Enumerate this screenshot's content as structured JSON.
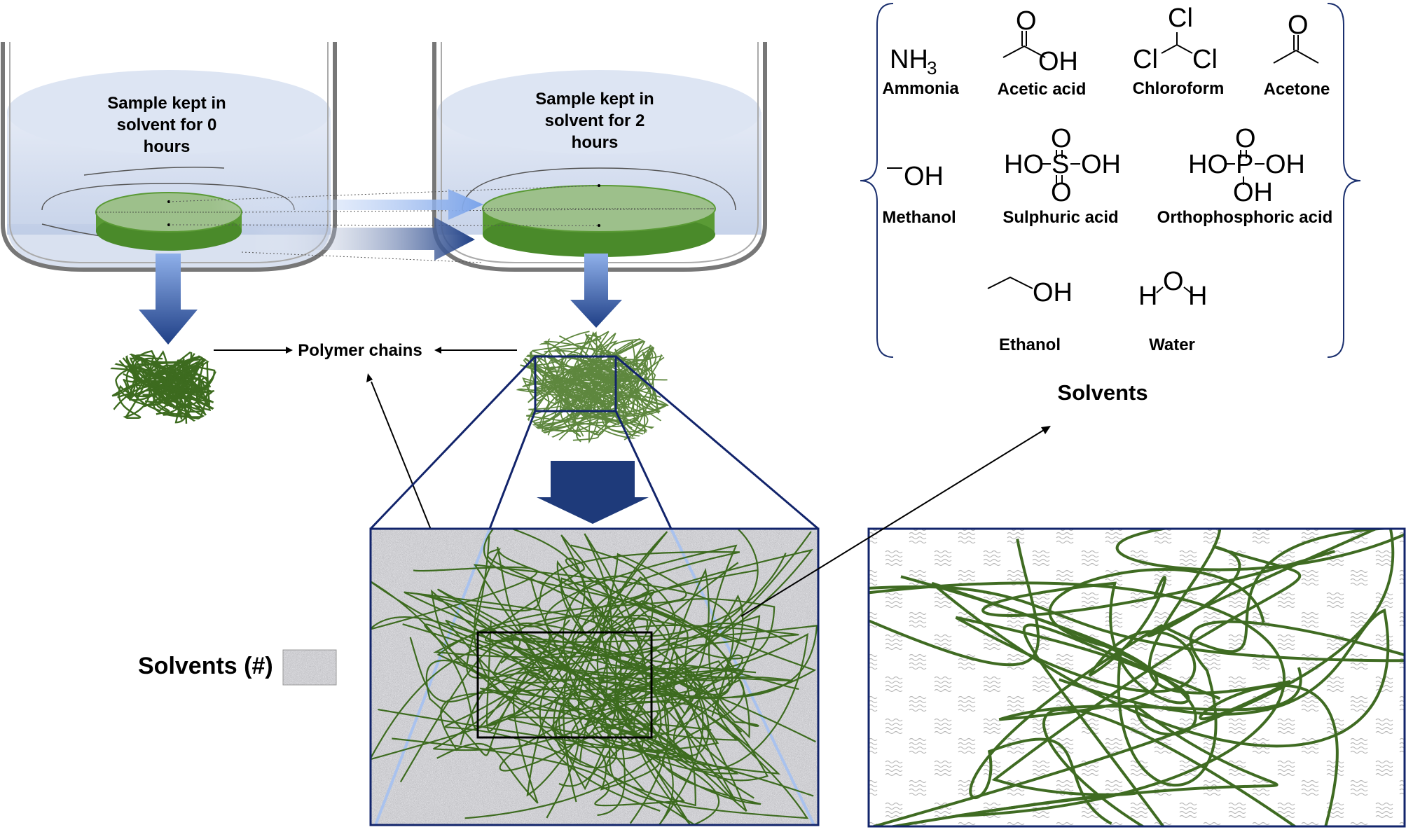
{
  "beakers": [
    {
      "label_lines": [
        "Sample kept in",
        "solvent for 0",
        "hours"
      ]
    },
    {
      "label_lines": [
        "Sample kept in",
        "solvent for 2",
        "hours"
      ]
    }
  ],
  "polymer_label": "Polymer chains",
  "solvents_title": "Solvents",
  "solvents_legend": "Solvents (#)",
  "molecules": [
    {
      "id": "ammonia",
      "name": "Ammonia",
      "formula": "NH",
      "formula_sub": "3"
    },
    {
      "id": "acetic-acid",
      "name": "Acetic acid",
      "atoms": [
        "O",
        "OH"
      ]
    },
    {
      "id": "chloroform",
      "name": "Chloroform",
      "atoms": [
        "Cl",
        "Cl",
        "Cl"
      ]
    },
    {
      "id": "acetone",
      "name": "Acetone",
      "atoms": [
        "O"
      ]
    },
    {
      "id": "methanol",
      "name": "Methanol",
      "formula": "OH"
    },
    {
      "id": "sulphuric-acid",
      "name": "Sulphuric acid",
      "atoms": [
        "O",
        "HO",
        "S",
        "OH",
        "O"
      ]
    },
    {
      "id": "orthophosphoric-acid",
      "name": "Orthophosphoric acid",
      "atoms": [
        "O",
        "HO",
        "P",
        "OH",
        "OH"
      ]
    },
    {
      "id": "ethanol",
      "name": "Ethanol",
      "formula": "OH"
    },
    {
      "id": "water",
      "name": "Water",
      "atoms": [
        "H",
        "O",
        "H"
      ]
    }
  ],
  "colors": {
    "hydrogel_top": "#9dc08b",
    "hydrogel_side": "#5a9a35",
    "polymer": "#3d6b1f",
    "arrow_dark": "#1f3f86",
    "arrow_light": "#8fb0ea",
    "frame": "#12246b",
    "solvent_gray": "#a7a7a7",
    "liquid": "#d2dcef"
  }
}
